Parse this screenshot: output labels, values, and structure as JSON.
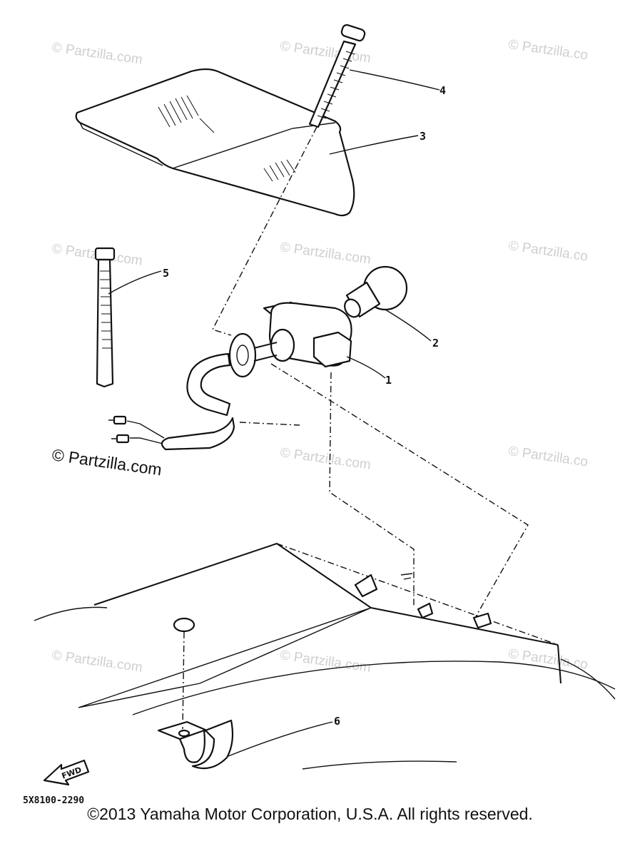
{
  "watermarks": [
    "© Partzilla.com",
    "© Partzilla.com",
    "© Partzilla.co",
    "© Partzilla.com",
    "© Partzilla.com",
    "© Partzilla.co",
    "© Partzilla.com",
    "© Partzilla.co",
    "© Partzilla.com",
    "© Partzilla.com",
    "© Partzilla.co"
  ],
  "watermark_main": "© Partzilla.com",
  "callouts": [
    "1",
    "2",
    "3",
    "4",
    "5",
    "6"
  ],
  "fwd_label": "FWD",
  "diagram_code": "5X8100-2290",
  "copyright": "©2013 Yamaha Motor Corporation, U.S.A. All rights reserved."
}
